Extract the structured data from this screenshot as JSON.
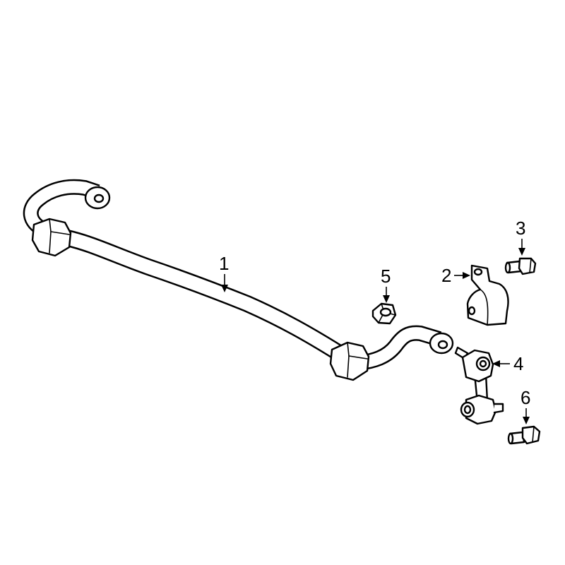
{
  "callouts": [
    {
      "id": "1",
      "part": "stabilizer-bar"
    },
    {
      "id": "2",
      "part": "bushing-bracket"
    },
    {
      "id": "3",
      "part": "bracket-bolt"
    },
    {
      "id": "4",
      "part": "stabilizer-link"
    },
    {
      "id": "5",
      "part": "link-nut"
    },
    {
      "id": "6",
      "part": "link-bolt"
    }
  ],
  "colors": {
    "line": "#000000",
    "fill": "#ffffff",
    "background": "#ffffff"
  }
}
